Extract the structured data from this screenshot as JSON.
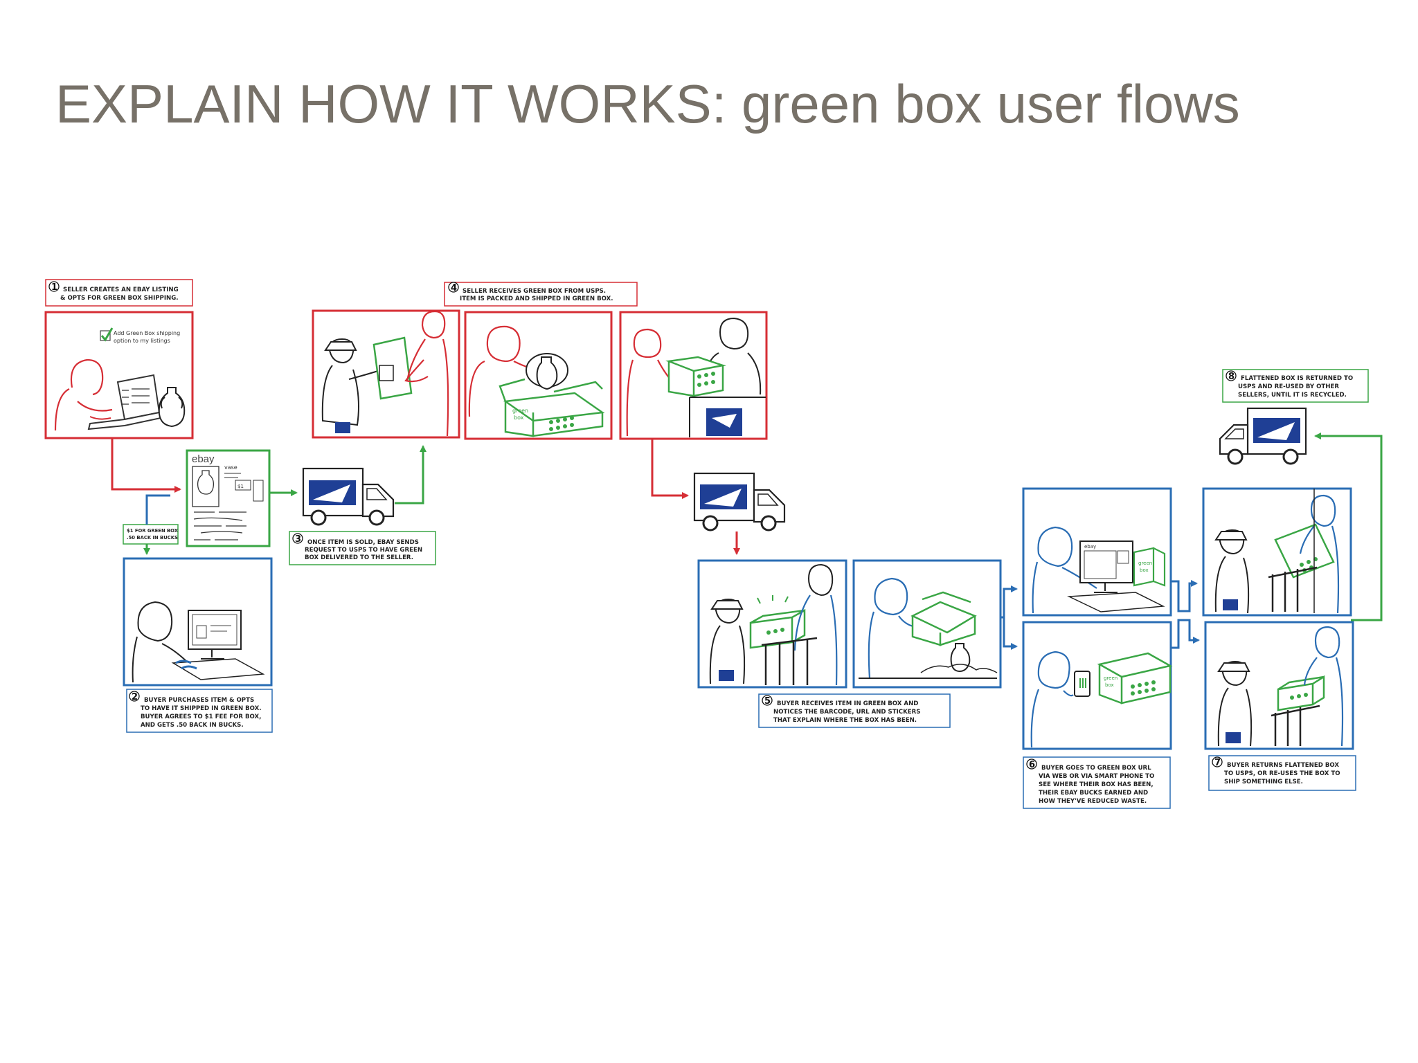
{
  "title": "EXPLAIN HOW IT WORKS: green box user flows",
  "colors": {
    "title": "#777168",
    "seller": "#d62e35",
    "buyer": "#2a6db4",
    "green": "#3aa645",
    "usps_blue": "#1f3f95"
  },
  "captions": {
    "step1": {
      "num": "1",
      "lines": [
        "SELLER CREATES AN EBAY LISTING",
        "& OPTS FOR GREEN BOX SHIPPING."
      ]
    },
    "step2": {
      "num": "2",
      "lines": [
        "BUYER PURCHASES ITEM & OPTS",
        "TO HAVE IT SHIPPED IN GREEN BOX.",
        "BUYER AGREES TO $1 FEE FOR BOX,",
        "AND GETS .50 BACK IN BUCKS."
      ]
    },
    "step3": {
      "num": "3",
      "lines": [
        "ONCE ITEM IS SOLD, EBAY SENDS",
        "REQUEST TO USPS TO HAVE GREEN",
        "BOX DELIVERED TO THE SELLER."
      ]
    },
    "step4": {
      "num": "4",
      "lines": [
        "SELLER RECEIVES GREEN BOX FROM USPS.",
        "ITEM IS PACKED AND SHIPPED IN GREEN BOX."
      ]
    },
    "step5": {
      "num": "5",
      "lines": [
        "BUYER RECEIVES ITEM IN GREEN BOX AND",
        "NOTICES THE BARCODE, URL AND STICKERS",
        "THAT EXPLAIN WHERE THE BOX HAS BEEN."
      ]
    },
    "step6": {
      "num": "6",
      "lines": [
        "BUYER GOES TO GREEN BOX URL",
        "VIA WEB OR VIA SMART PHONE TO",
        "SEE WHERE THEIR BOX HAS BEEN,",
        "THEIR EBAY BUCKS EARNED AND",
        "HOW THEY'VE REDUCED WASTE."
      ]
    },
    "step7": {
      "num": "7",
      "lines": [
        "BUYER RETURNS FLATTENED BOX",
        "TO USPS, OR RE-USES THE BOX TO",
        "SHIP SOMETHING ELSE."
      ]
    },
    "step8": {
      "num": "8",
      "lines": [
        "FLATTENED BOX IS RETURNED TO",
        "USPS AND RE-USED BY OTHER",
        "SELLERS, UNTIL IT IS RECYCLED."
      ]
    },
    "fee": {
      "lines": [
        "$1 FOR GREEN BOX",
        ".50 BACK IN BUCKS"
      ]
    }
  },
  "panel_text": {
    "checkbox_label": [
      "Add Green Box shipping",
      "option to my listings"
    ],
    "ebay_logo": "ebay",
    "vase_label": "vase",
    "price": "$1",
    "green_box_label": [
      "green",
      "box"
    ]
  }
}
